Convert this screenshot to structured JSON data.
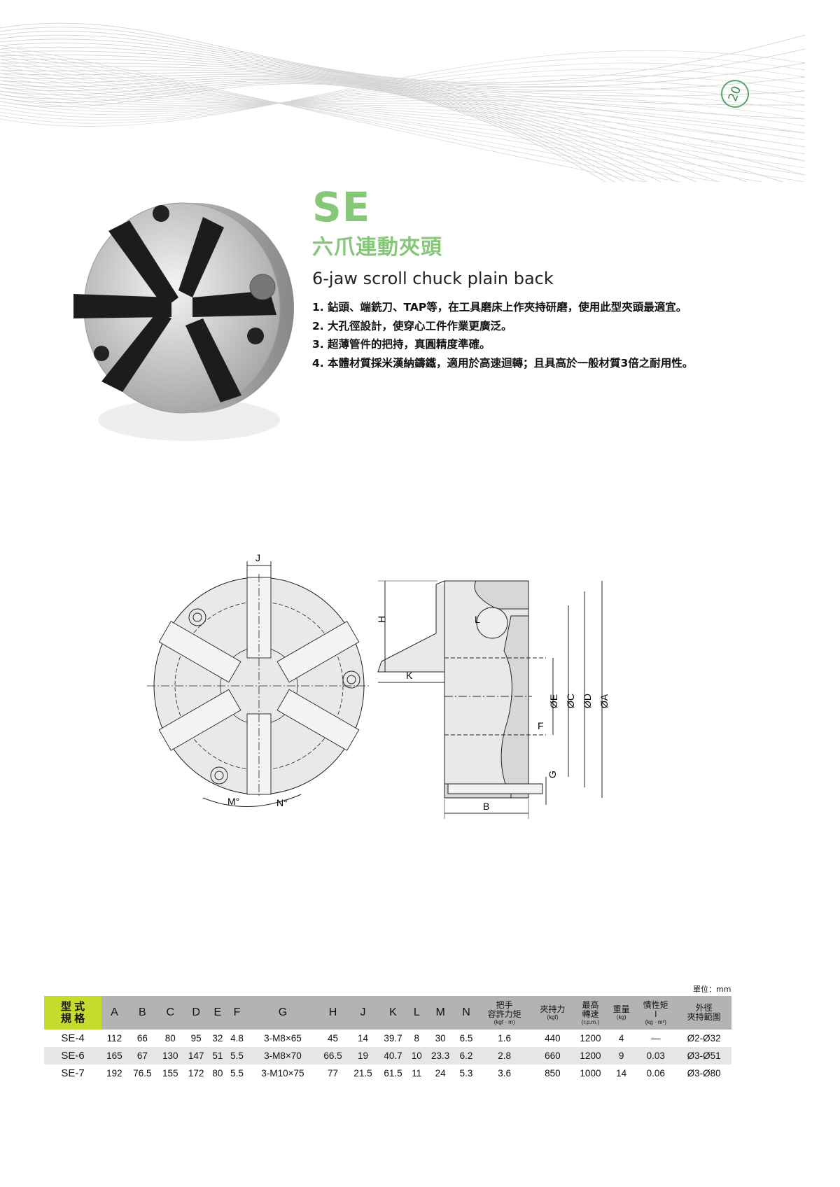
{
  "page_number": "20",
  "product": {
    "code": "SE",
    "title_zh": "六爪連動夾頭",
    "title_en": "6-jaw scroll chuck plain back",
    "features": [
      {
        "num": "1.",
        "text": "鉆頭、端銑刀、TAP等，在工具磨床上作夾持研磨，使用此型夾頭最適宜。"
      },
      {
        "num": "2.",
        "text": "大孔徑設計，使穿心工件作業更廣泛。"
      },
      {
        "num": "3.",
        "text": "超薄管件的把持，真圓精度準確。"
      },
      {
        "num": "4.",
        "text": "本體材質採米漢納鑄鐵，適用於高速迴轉；且具高於一般材質3倍之耐用性。"
      }
    ]
  },
  "drawing_labels": {
    "J": "J",
    "H": "H",
    "K": "K",
    "L": "L",
    "E": "ØE",
    "C": "ØC",
    "D": "ØD",
    "A": "ØA",
    "F": "F",
    "G": "G",
    "B": "B",
    "M": "M°",
    "N": "N°"
  },
  "table": {
    "unit": "單位：mm",
    "header_first": [
      "型 式",
      "規 格"
    ],
    "headers": [
      "A",
      "B",
      "C",
      "D",
      "E",
      "F",
      "G",
      "H",
      "J",
      "K",
      "L",
      "M",
      "N"
    ],
    "extra_headers": [
      {
        "label": "把手\n容許力矩",
        "unit": "(kgf · m)"
      },
      {
        "label": "夾持力",
        "unit": "(kgf)"
      },
      {
        "label": "最高\n轉速",
        "unit": "(r.p.m.)"
      },
      {
        "label": "重量",
        "unit": "(kg)"
      },
      {
        "label": "慣性矩\nI",
        "unit": "(kg · m²)"
      },
      {
        "label": "外徑\n夾持範圍",
        "unit": ""
      }
    ],
    "rows": [
      [
        "SE-4",
        "112",
        "66",
        "80",
        "95",
        "32",
        "4.8",
        "3-M8×65",
        "45",
        "14",
        "39.7",
        "8",
        "30",
        "6.5",
        "1.6",
        "440",
        "1200",
        "4",
        "—",
        "Ø2-Ø32"
      ],
      [
        "SE-6",
        "165",
        "67",
        "130",
        "147",
        "51",
        "5.5",
        "3-M8×70",
        "66.5",
        "19",
        "40.7",
        "10",
        "23.3",
        "6.2",
        "2.8",
        "660",
        "1200",
        "9",
        "0.03",
        "Ø3-Ø51"
      ],
      [
        "SE-7",
        "192",
        "76.5",
        "155",
        "172",
        "80",
        "5.5",
        "3-M10×75",
        "77",
        "21.5",
        "61.5",
        "11",
        "24",
        "5.3",
        "3.6",
        "850",
        "1000",
        "14",
        "0.06",
        "Ø3-Ø80"
      ]
    ]
  },
  "colors": {
    "accent_green": "#86c77a",
    "header_yellow": "#c5dc2e",
    "header_gray": "#b3b3b3"
  }
}
